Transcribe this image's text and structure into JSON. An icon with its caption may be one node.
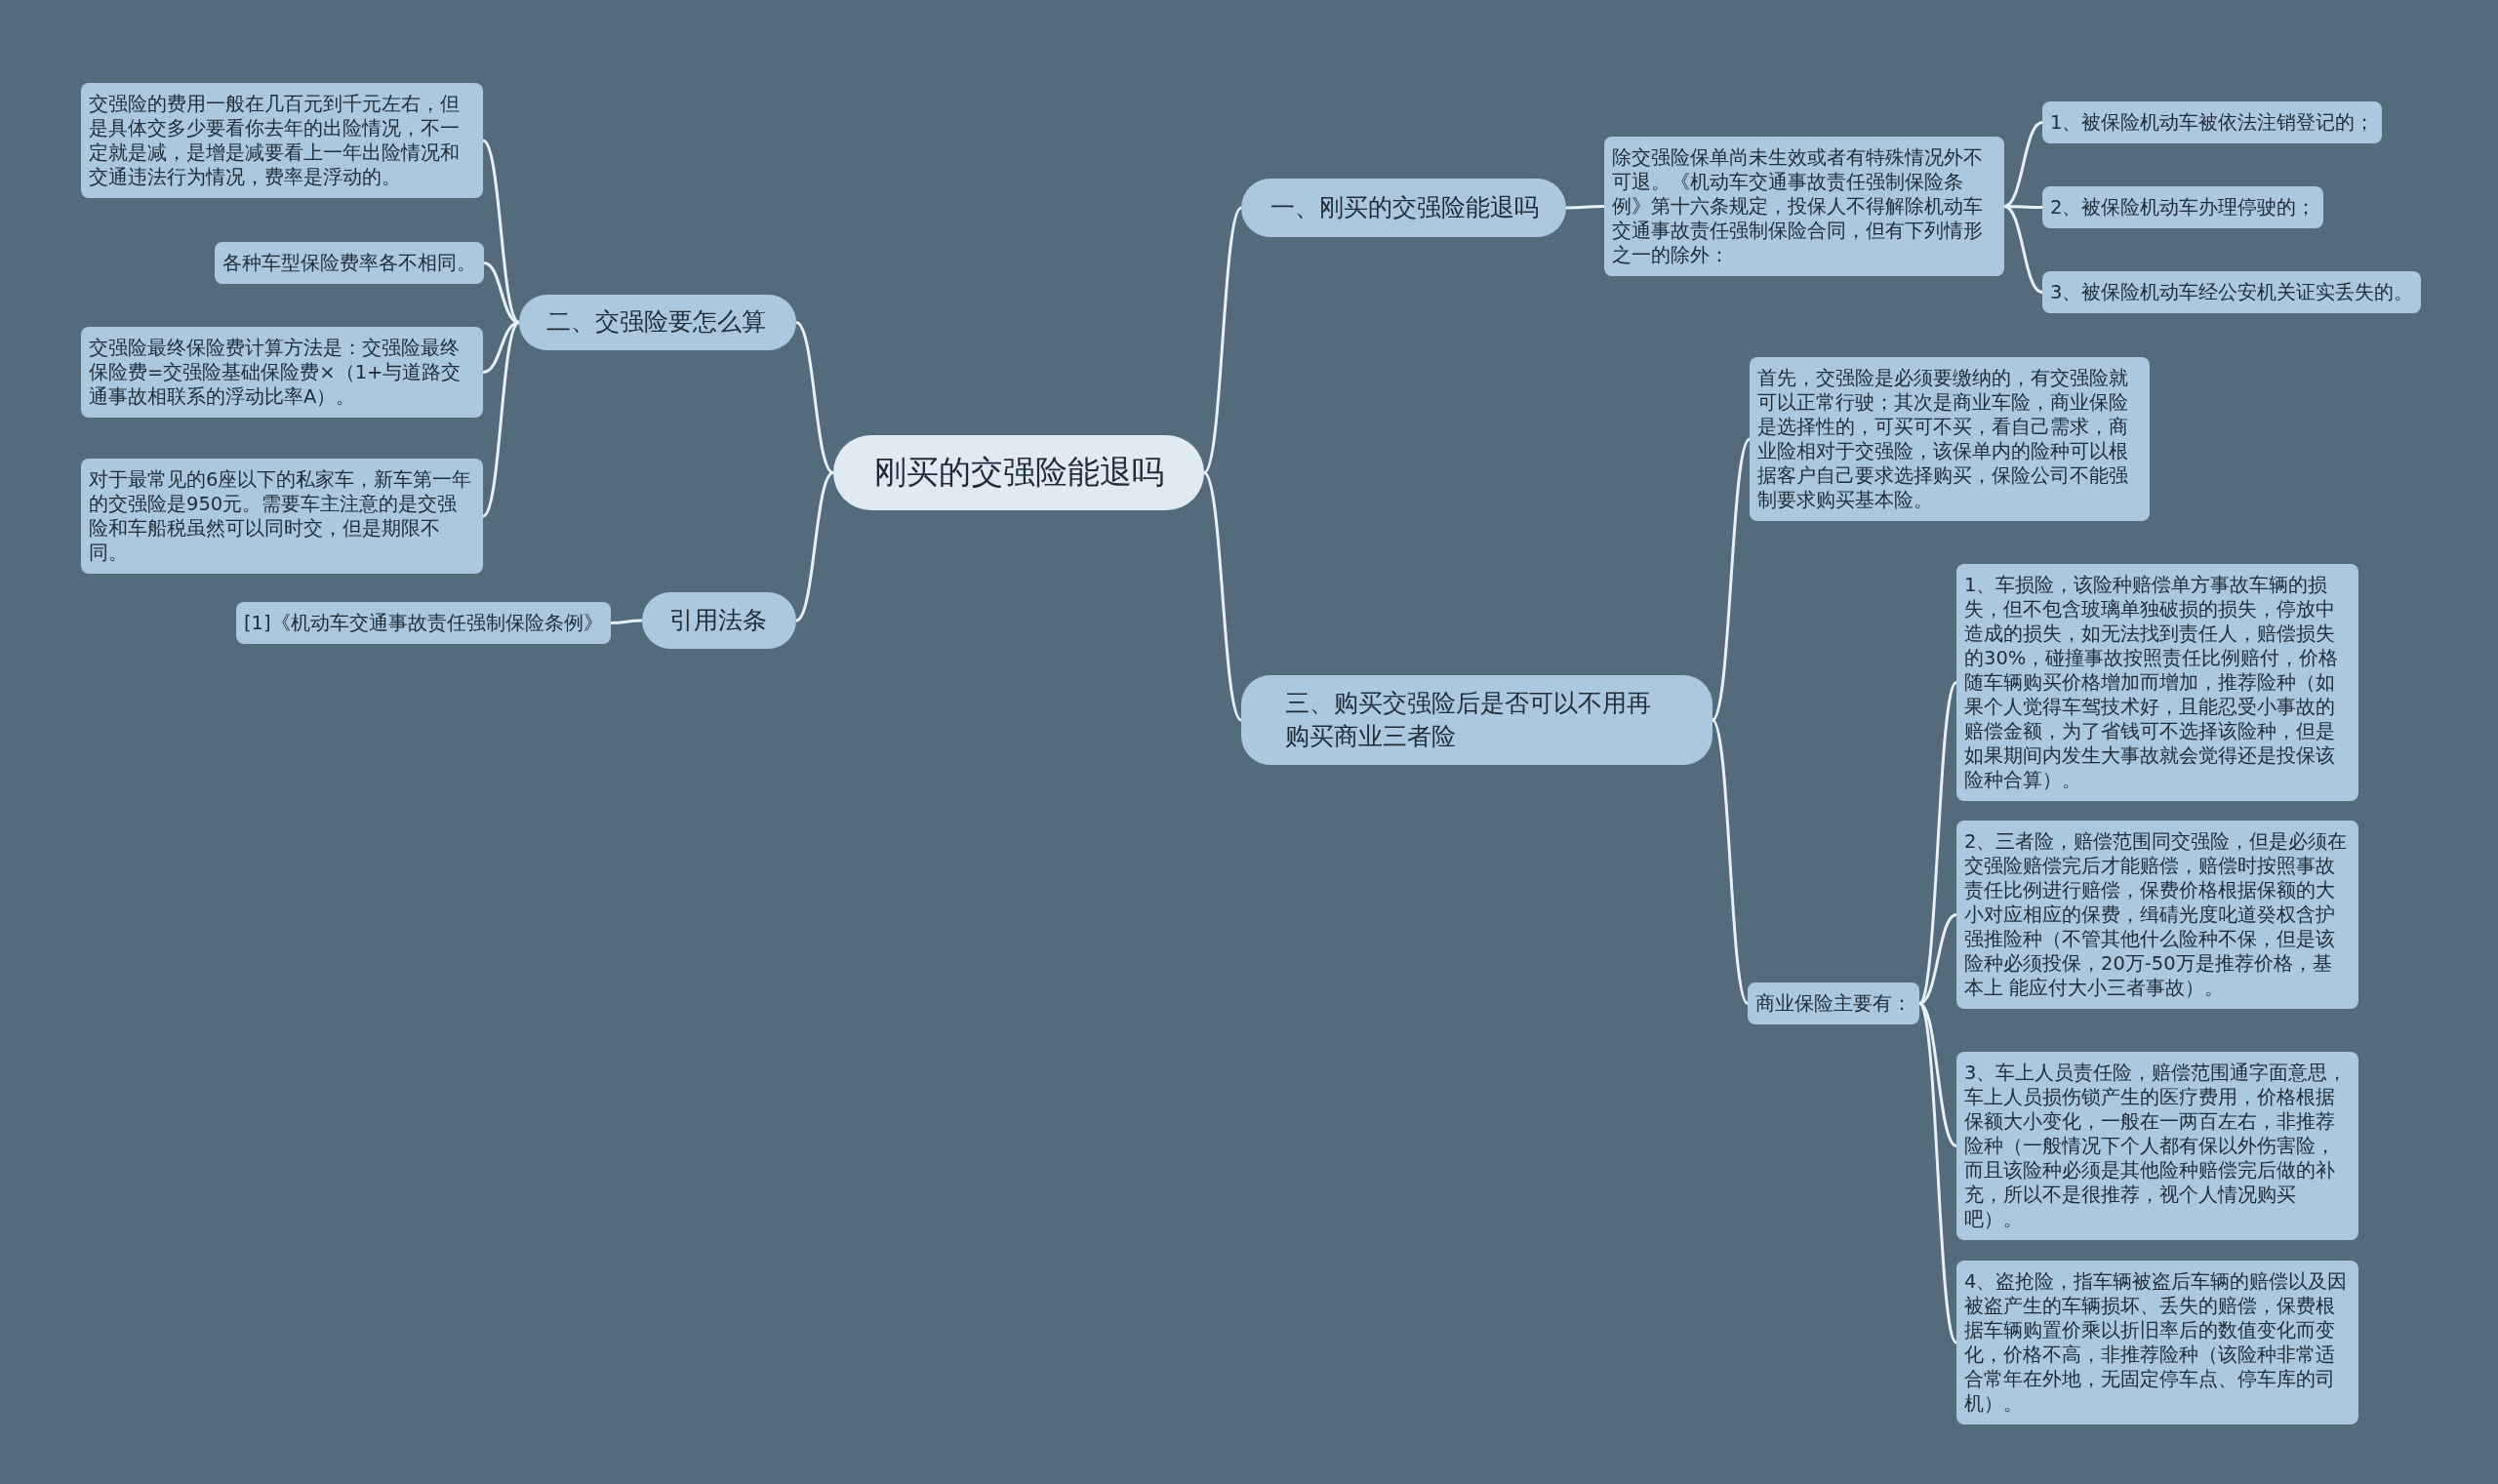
{
  "diagram": {
    "nodes": [
      {
        "text": [
          "刚买的交强险能退吗"
        ]
      },
      {
        "text": [
          "一、刚买的交强险能退吗"
        ]
      },
      {
        "text": [
          "除交强险保单尚未生效或者有特殊情况外不可退。《机动车交通事故责任强制保险条例》第十六条规定，投保人不得解除机动车交通事故责任强制保险合同，但有下列情形之一的除外："
        ]
      },
      {
        "text": [
          "1、被保险机动车被依法注销登记的；"
        ]
      },
      {
        "text": [
          "2、被保险机动车办理停驶的；"
        ]
      },
      {
        "text": [
          "3、被保险机动车经公安机关证实丢失的。"
        ]
      },
      {
        "text": [
          "二、交强险要怎么算"
        ]
      },
      {
        "text": [
          "交强险的费用一般在几百元到千元左右，但是具体交多少要看你去年的出险情况，不一定就是减，是增是减要看上一年出险情况和交通违法行为情况，费率是浮动的。"
        ]
      },
      {
        "text": [
          "各种车型保险费率各不相同。"
        ]
      },
      {
        "text": [
          "交强险最终保险费计算方法是：交强险最终保险费=交强险基础保险费×（1+与道路交通事故相联系的浮动比率A）。"
        ]
      },
      {
        "text": [
          "对于最常见的6座以下的私家车，新车第一年的交强险是950元。需要车主注意的是交强险和车船税虽然可以同时交，但是期限不同。"
        ]
      },
      {
        "text": [
          "引用法条"
        ]
      },
      {
        "text": [
          "[1]《机动车交通事故责任强制保险条例》"
        ]
      },
      {
        "text": [
          "三、购买交强险后是否可以不用再购买商业三者险"
        ]
      },
      {
        "text": [
          "首先，交强险是必须要缴纳的，有交强险就可以正常行驶；其次是商业车险，商业保险是选择性的，可买可不买，看自己需求，商业险相对于交强险，该保单内的险种可以根据客户自己要求选择购买，保险公司不能强制要求购买基本险。"
        ]
      },
      {
        "text": [
          "商业保险主要有："
        ]
      },
      {
        "text": [
          "1、车损险，该险种赔偿单方事故车辆的损失，但不包含玻璃单独破损的损失，停放中造成的损失，如无法找到责任人，赔偿损失的30%，碰撞事故按照责任比例赔付，价格随车辆购买价格增加而增加，推荐险种（如果个人觉得车驾技术好，且能忍受小事故的赔偿金额，为了省钱可不选择该险种，但是如果期间内发生大事故就会觉得还是投保该险种合算）。"
        ]
      },
      {
        "text": [
          "2、三者险，赔偿范围同交强险，但是必须在交强险赔偿完后才能赔偿，赔偿时按照事故责任比例进行赔偿，保费价格根据保额的大小对应相应的保费，缉碃光度叱道癸权含护强推险种（不管其他什么险种不保，但是该险种必须投保，20万-50万是推荐价格，基本上 能应付大小三者事故）。"
        ]
      },
      {
        "text": [
          "3、车上人员责任险，赔偿范围通字面意思，车上人员损伤锁产生的医疗费用，价格根据保额大小变化，一般在一两百左右，非推荐险种（一般情况下个人都有保以外伤害险，而且该险种必须是其他险种赔偿完后做的补充，所以不是很推荐，视个人情况购买吧）。"
        ]
      },
      {
        "text": [
          "4、盗抢险，指车辆被盗后车辆的赔偿以及因被盗产生的车辆损坏、丢失的赔偿，保费根据车辆购置价乘以折旧率后的数值变化而变化，价格不高，非推荐险种（该险种非常适合常年在外地，无固定停车点、停车库的司机）。"
        ]
      }
    ],
    "edges": [
      {
        "from": 0,
        "to": 1,
        "arrow": "none"
      },
      {
        "from": 1,
        "to": 2,
        "arrow": "none"
      },
      {
        "from": 2,
        "to": 3,
        "arrow": "none"
      },
      {
        "from": 2,
        "to": 4,
        "arrow": "none"
      },
      {
        "from": 2,
        "to": 5,
        "arrow": "none"
      },
      {
        "from": 0,
        "to": 6,
        "arrow": "none"
      },
      {
        "from": 6,
        "to": 7,
        "arrow": "none"
      },
      {
        "from": 6,
        "to": 8,
        "arrow": "none"
      },
      {
        "from": 6,
        "to": 9,
        "arrow": "none"
      },
      {
        "from": 6,
        "to": 10,
        "arrow": "none"
      },
      {
        "from": 0,
        "to": 11,
        "arrow": "none"
      },
      {
        "from": 11,
        "to": 12,
        "arrow": "none"
      },
      {
        "from": 0,
        "to": 13,
        "arrow": "none"
      },
      {
        "from": 13,
        "to": 14,
        "arrow": "none"
      },
      {
        "from": 13,
        "to": 15,
        "arrow": "none"
      },
      {
        "from": 15,
        "to": 16,
        "arrow": "none"
      },
      {
        "from": 15,
        "to": 17,
        "arrow": "none"
      },
      {
        "from": 15,
        "to": 18,
        "arrow": "none"
      },
      {
        "from": 15,
        "to": 19,
        "arrow": "none"
      }
    ]
  }
}
